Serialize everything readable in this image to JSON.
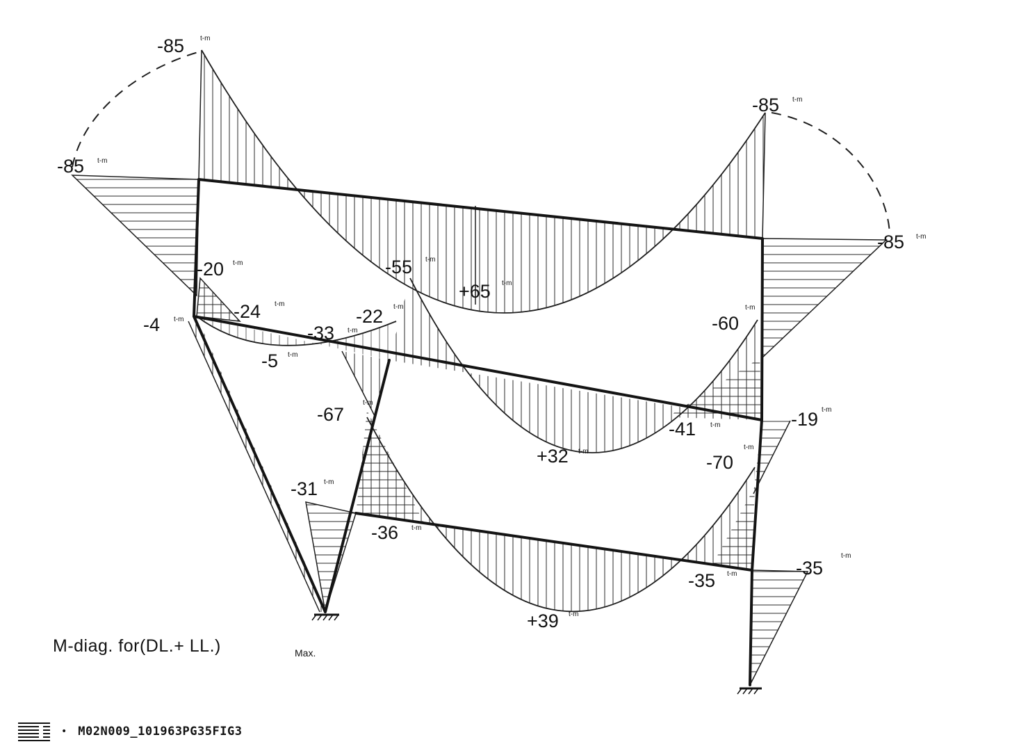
{
  "diagram": {
    "caption": "M-diag. for(DL.+ LL.)",
    "caption_subscript": "Max.",
    "unit": "t-m",
    "labels": {
      "top_left_column_end": "-85",
      "top_left_beam_end": "-85",
      "top_right_beam_end": "-85",
      "top_right_column_end": "-85",
      "top_beam_midspan": "+65",
      "left_column_top": "-20",
      "left_joint": "-4",
      "mid_left_beam_end": "-24",
      "mid_left_beam_span": "-5",
      "mid_left_beam_right": "-33",
      "mid_left_column_end": "-22",
      "middle_beam_left_end": "-55",
      "right_column_upper": "-60",
      "middle_beam_midspan": "+32",
      "middle_beam_right_end": "-41",
      "right_column_middle_end": "-19",
      "inner_column_end": "-67",
      "right_column_lower": "-70",
      "left_inclined_column_end": "-31",
      "bottom_beam_left_end": "-36",
      "bottom_beam_midspan": "+39",
      "bottom_beam_right_end": "-35",
      "right_column_base_end": "-35"
    }
  },
  "footer": {
    "reference": "M02N009_101963PG35FIG3",
    "bullet": "•",
    "logo_icon": "stacked-lines-logo-icon"
  }
}
